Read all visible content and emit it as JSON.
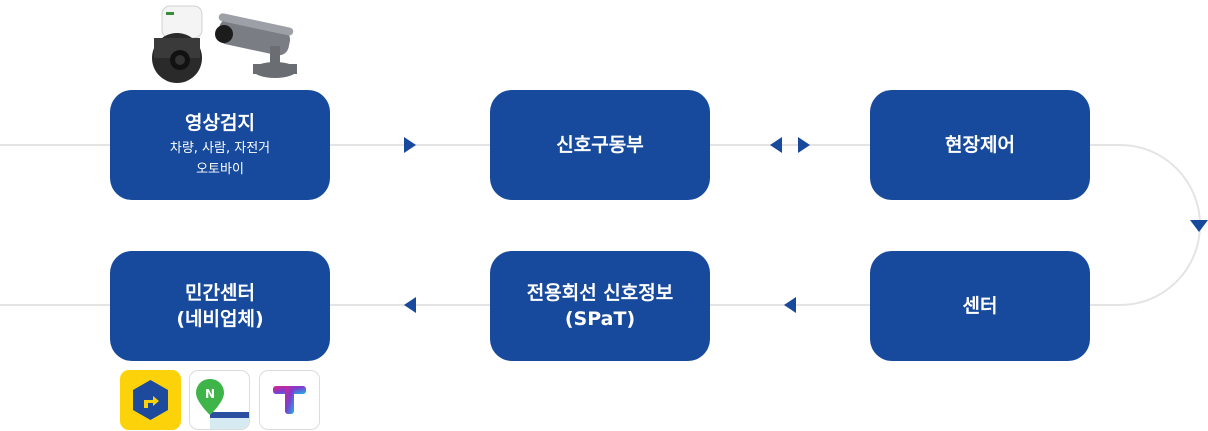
{
  "colors": {
    "node_fill": "#174a9c",
    "arrow": "#174a9c",
    "line": "#e4e4e4"
  },
  "nodes": {
    "video_detection": {
      "title": "영상검지",
      "sub1": "차량, 사람, 자전거",
      "sub2": "오토바이"
    },
    "signal_driver": {
      "title": "신호구동부"
    },
    "field_control": {
      "title": "현장제어"
    },
    "center": {
      "title": "센터"
    },
    "spat": {
      "title": "전용회선 신호정보",
      "sub": "(SPaT)"
    },
    "private_center": {
      "title": "민간센터",
      "sub": "(네비업체)"
    }
  },
  "icons": [
    "ptz-camera-icon",
    "bullet-camera-icon",
    "kakao-navi-app-icon",
    "naver-map-app-icon",
    "tmap-app-icon"
  ]
}
